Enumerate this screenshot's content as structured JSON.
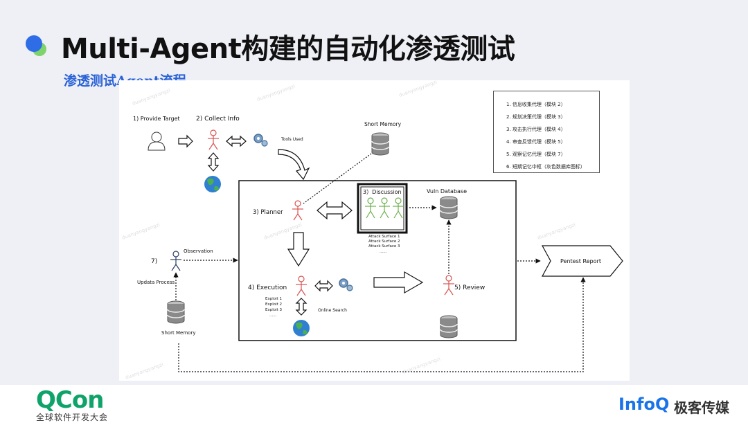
{
  "header": {
    "title": "Multi-Agent构建的自动化渗透测试",
    "subtitle": "渗透测试Agent流程"
  },
  "diagram": {
    "nodes": {
      "provide_target": "1) Provide Target",
      "collect_info": "2) Collect Info",
      "tools_used": "Tools Used",
      "short_memory_top": "Short Memory",
      "planner": "3) Planner",
      "discussion": "3）Discussion",
      "vuln_database": "Vuln Database",
      "observation": "Observation",
      "step7": "7)",
      "updata_process": "Updata Process",
      "short_memory_left": "Short Memory",
      "execution": "4)  Execution",
      "online_search": "Online Search",
      "review": "5)  Review",
      "pentest_report": "Pentest Report"
    },
    "attack_surfaces": [
      "Attack Surface 1",
      "Attack Surface 2",
      "Attack Surface 3",
      "......"
    ],
    "exploits": [
      "Exploit 1",
      "Exploit 2",
      "Exploit 3",
      "......"
    ],
    "legend": [
      "1. 信息收集代理（模块 2）",
      "2. 规划决策代理（模块 3）",
      "3. 攻击执行代理（模块 4）",
      "4. 审查反馈代理（模块 5）",
      "5. 观察记忆代理（模块 7）",
      "6. 短期记忆中枢（灰色数据库图标）"
    ]
  },
  "footer": {
    "brand_left": "QCon",
    "brand_left_sub": "全球软件开发大会",
    "brand_right": "InfoQ",
    "brand_right_cn": "极客传媒"
  },
  "colors": {
    "accent_blue": "#2b63d6",
    "brand_green": "#0fa36a",
    "agent_red": "#d9534f",
    "agent_green": "#6ab04c"
  }
}
